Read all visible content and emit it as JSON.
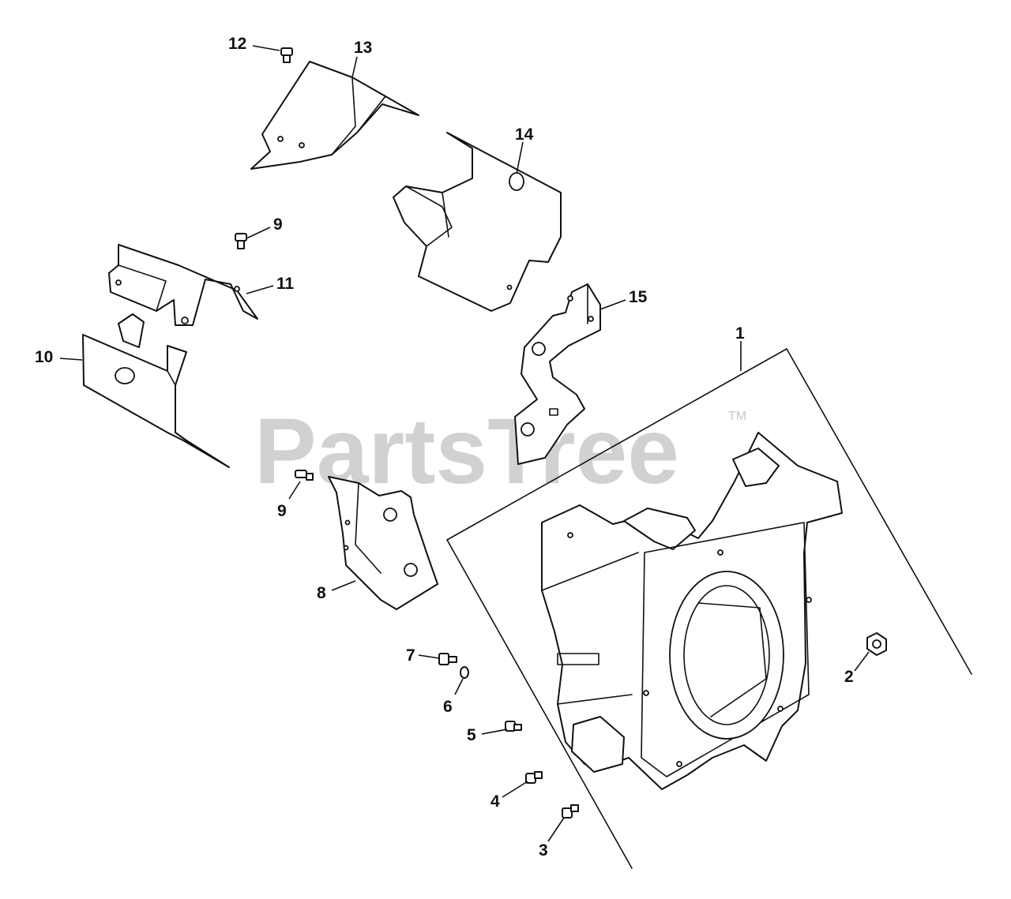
{
  "watermark": {
    "brand": "PartsTree",
    "trademark": "TM"
  },
  "callouts": {
    "c1": "1",
    "c2": "2",
    "c3": "3",
    "c4": "4",
    "c5": "5",
    "c6": "6",
    "c7": "7",
    "c8": "8",
    "c9a": "9",
    "c9b": "9",
    "c10": "10",
    "c11": "11",
    "c12": "12",
    "c13": "13",
    "c14": "14",
    "c15": "15"
  }
}
